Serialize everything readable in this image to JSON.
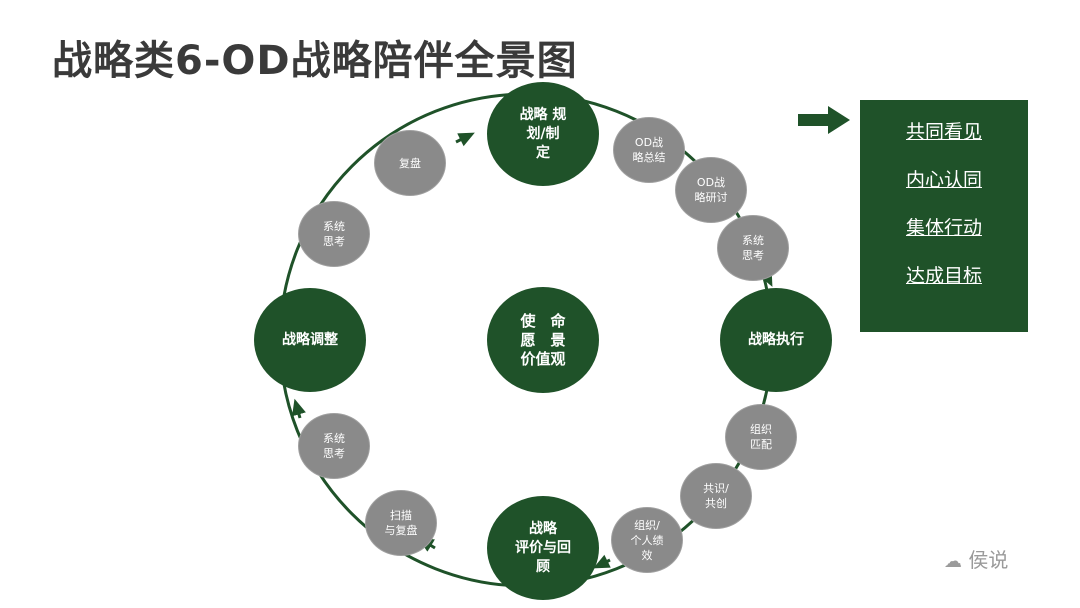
{
  "title": "战略类6-OD战略陪伴全景图",
  "nodes": {
    "plan": "战略 规\n划/制\n定",
    "od_summary": "OD战\n略总结",
    "od_research": "OD战\n略研讨",
    "systems_right": "系统\n思考",
    "execute": "战略执行",
    "org_match": "组织\n匹配",
    "co_create": "共识/\n共创",
    "performance": "组织/\n个人绩\n效",
    "evaluate": "战略\n评价与回\n顾",
    "scan_review": "扫描\n与复盘",
    "systems_left_bottom": "系统\n思考",
    "adjust": "战略调整",
    "systems_left_top": "系统\n思考",
    "review": "复盘",
    "center": "使　命\n愿　景\n价值观"
  },
  "panel": {
    "items": [
      "共同看见",
      "内心认同",
      "集体行动",
      "达成目标"
    ]
  },
  "watermark": "侯说",
  "colors": {
    "dark_green": "#1f5229",
    "gray": "#8a8a8a",
    "title": "#3a3a3a"
  }
}
